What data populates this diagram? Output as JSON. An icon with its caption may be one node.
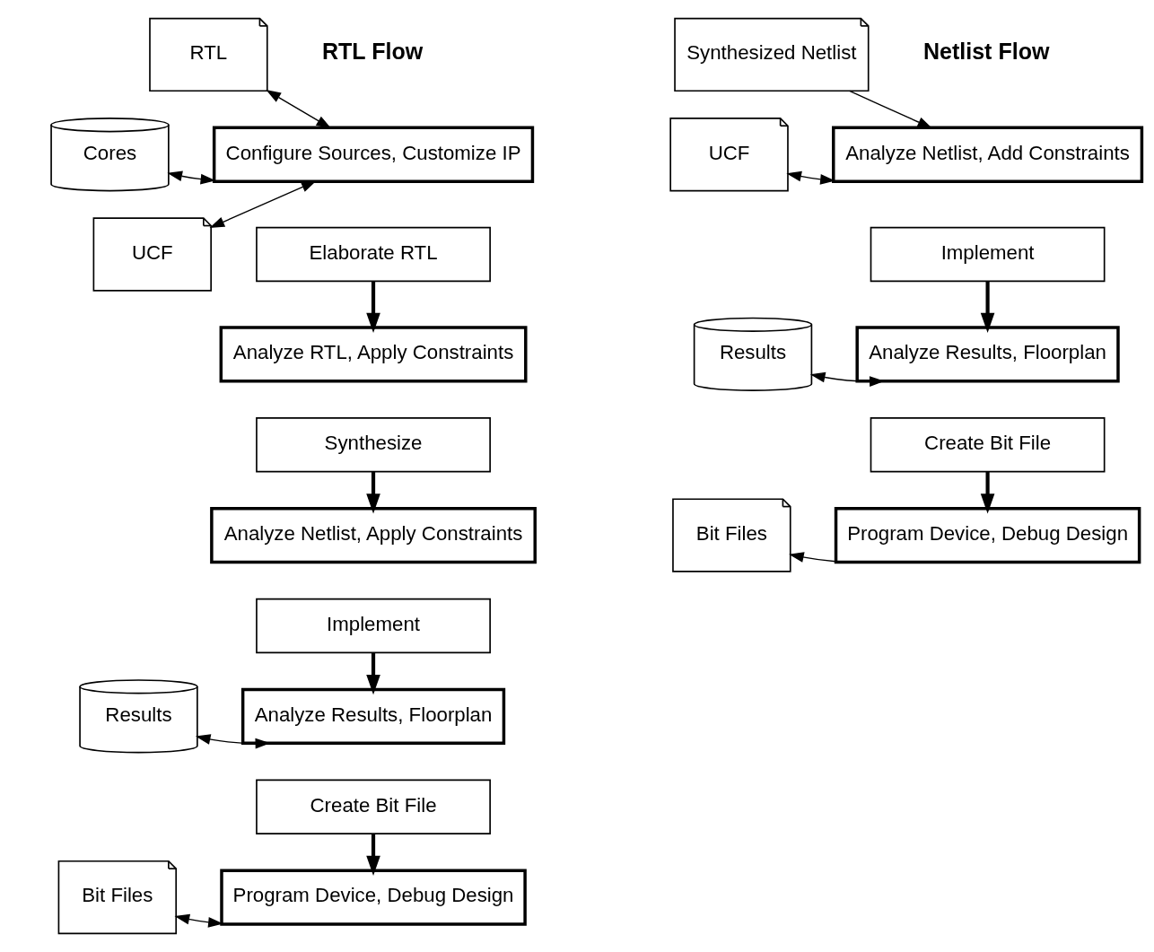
{
  "diagram": {
    "nodes": [
      {
        "text": [
          "RTL"
        ]
      },
      {
        "text": [
          "Cores"
        ]
      },
      {
        "text": [
          "UCF"
        ]
      },
      {
        "text": [
          "Configure Sources, Customize IP"
        ]
      },
      {
        "text": [
          "Elaborate RTL"
        ]
      },
      {
        "text": [
          "Analyze RTL, Apply Constraints"
        ]
      },
      {
        "text": [
          "Synthesize"
        ]
      },
      {
        "text": [
          "Analyze Netlist, Apply Constraints"
        ]
      },
      {
        "text": [
          "Implement"
        ]
      },
      {
        "text": [
          "Results"
        ]
      },
      {
        "text": [
          "Analyze Results, Floorplan"
        ]
      },
      {
        "text": [
          "Create Bit File"
        ]
      },
      {
        "text": [
          "Bit Files"
        ]
      },
      {
        "text": [
          "Program Device, Debug Design"
        ]
      },
      {
        "text": [
          "Synthesized Netlist"
        ]
      },
      {
        "text": [
          "UCF"
        ]
      },
      {
        "text": [
          "Analyze Netlist, Add Constraints"
        ]
      },
      {
        "text": [
          "Implement"
        ]
      },
      {
        "text": [
          "Results"
        ]
      },
      {
        "text": [
          "Analyze Results, Floorplan"
        ]
      },
      {
        "text": [
          "Create Bit File"
        ]
      },
      {
        "text": [
          "Bit Files"
        ]
      },
      {
        "text": [
          "Program Device, Debug Design"
        ]
      }
    ],
    "edges": [
      {
        "from": 0,
        "to": 3,
        "arrow": "both"
      },
      {
        "from": 1,
        "to": 3,
        "arrow": "both"
      },
      {
        "from": 2,
        "to": 3,
        "arrow": "both"
      },
      {
        "from": 4,
        "to": 5,
        "arrow": "to",
        "style": "thick"
      },
      {
        "from": 6,
        "to": 7,
        "arrow": "to",
        "style": "thick"
      },
      {
        "from": 8,
        "to": 10,
        "arrow": "to",
        "style": "thick"
      },
      {
        "from": 9,
        "to": 10,
        "arrow": "both"
      },
      {
        "from": 11,
        "to": 13,
        "arrow": "to",
        "style": "thick"
      },
      {
        "from": 12,
        "to": 13,
        "arrow": "both"
      },
      {
        "from": 14,
        "to": 16,
        "arrow": "to"
      },
      {
        "from": 15,
        "to": 16,
        "arrow": "both"
      },
      {
        "from": 17,
        "to": 19,
        "arrow": "to",
        "style": "thick"
      },
      {
        "from": 18,
        "to": 19,
        "arrow": "both"
      },
      {
        "from": 20,
        "to": 22,
        "arrow": "to",
        "style": "thick"
      },
      {
        "from": 22,
        "to": 21,
        "arrow": "to"
      }
    ],
    "labels": [
      "RTL Flow",
      "Netlist Flow"
    ]
  }
}
